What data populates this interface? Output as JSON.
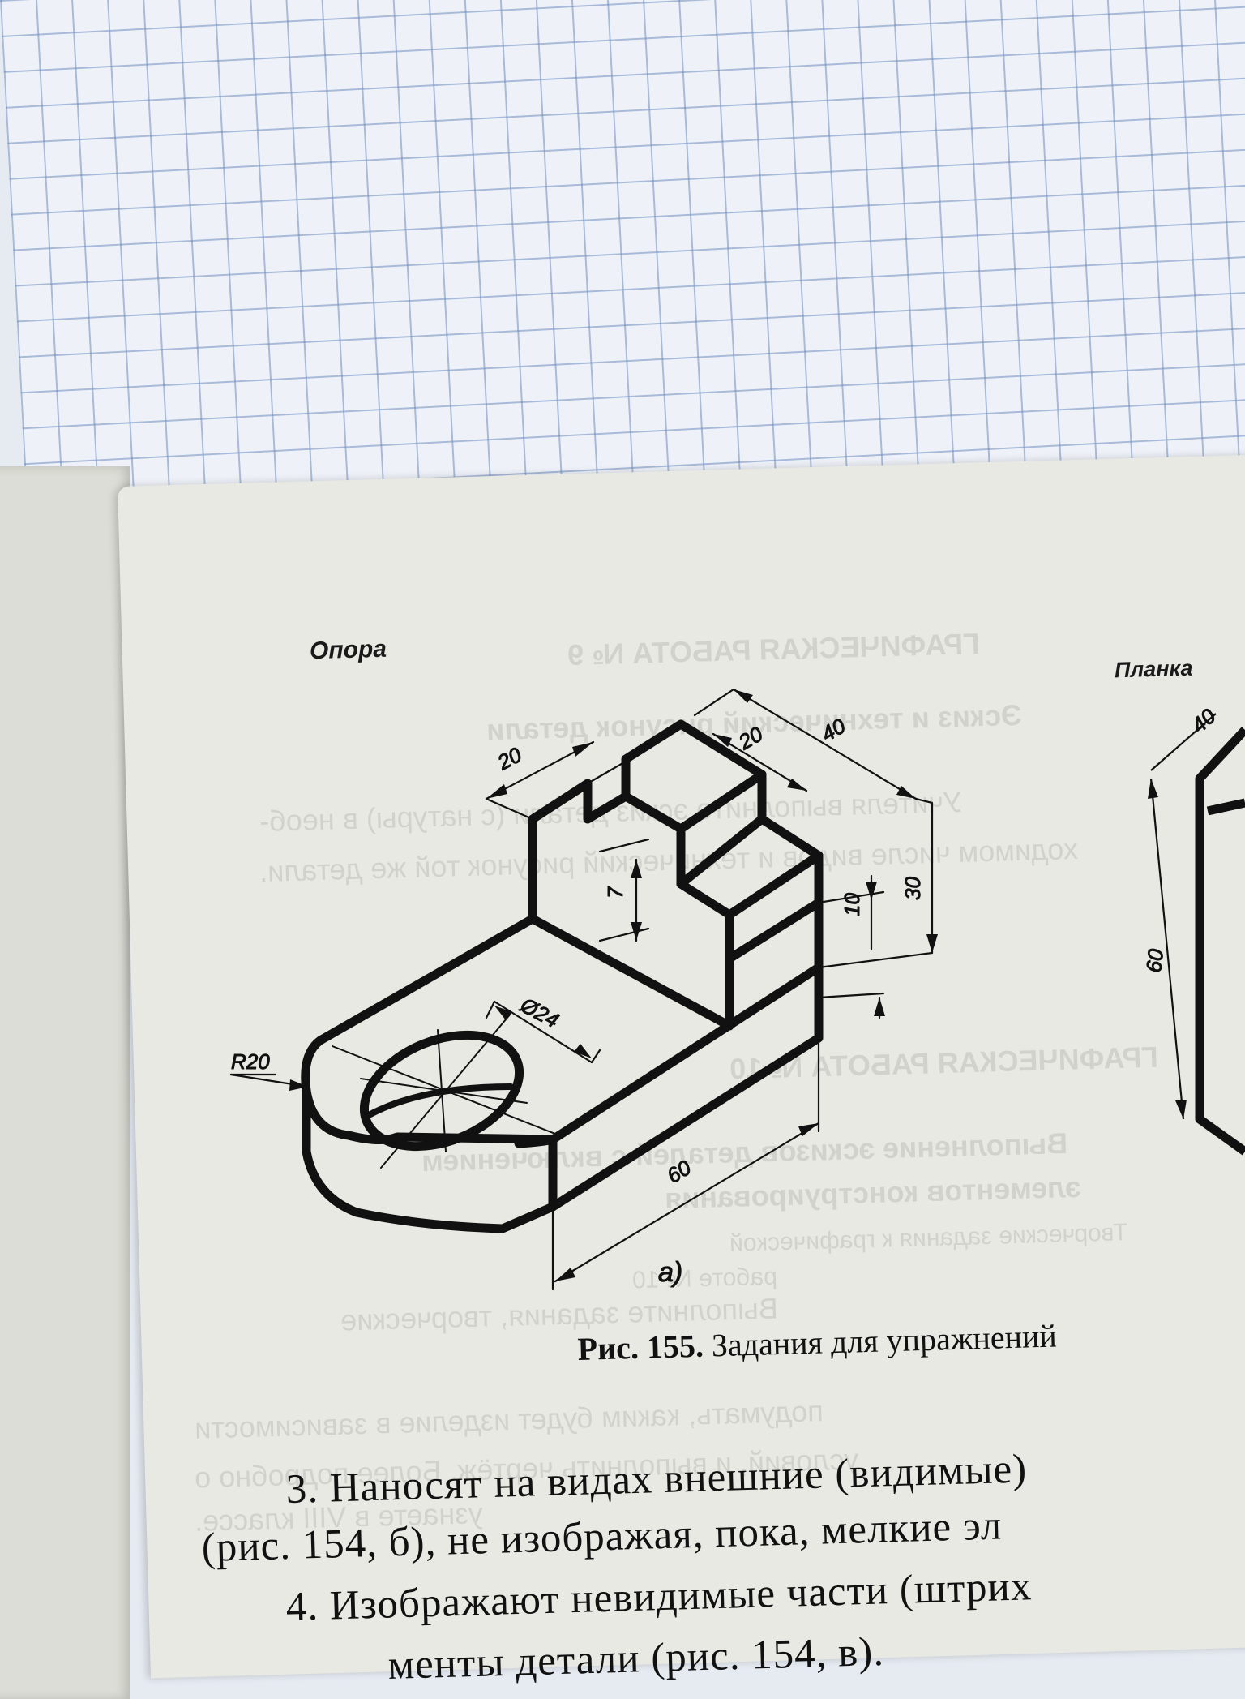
{
  "figure": {
    "left_title": "Опора",
    "right_title": "Планка",
    "sub_label": "а)",
    "dims_left": {
      "d20a": "20",
      "d20b": "20",
      "d40": "40",
      "d7": "7",
      "d10": "10",
      "d30": "30",
      "dia24": "Ø24",
      "r20": "R20",
      "d60": "60"
    },
    "dims_right": {
      "d40": "40",
      "d60": "60"
    }
  },
  "caption": {
    "prefix": "Рис. 155.",
    "text": " Задания для упражнений"
  },
  "body": {
    "line1": "3. Наносят на видах внешние (видимые)",
    "line2": "(рис. 154, б), не изображая, пока, мелкие эл",
    "line3": "4. Изображают невидимые части (штрих",
    "line4": "менты детали (рис. 154, в)."
  },
  "show_through": {
    "l1": "ГРАФИЧЕСКАЯ РАБОТА № 9",
    "l2": "Эскиз и технический рисунок детали",
    "l3": "Учителя выполните эскиз детали (с натуры) в необ-",
    "l4": "ходимом числе видов и технический рисунок той же детали.",
    "l5": "ГРАФИЧЕСКАЯ РАБОТА № 10",
    "l6": "Выполнение эскизов деталей с включением",
    "l7": "элементов конструирования",
    "l8": "Творческие задания к графической",
    "l9": "работе № 10",
    "l10": "Выполните задания, творческие",
    "l11": "подумать, каким будет изделие в зависимости",
    "l12": "условий, и выполнить чертёж. Более подробно о",
    "l13": "узнаете в VIII классе."
  }
}
